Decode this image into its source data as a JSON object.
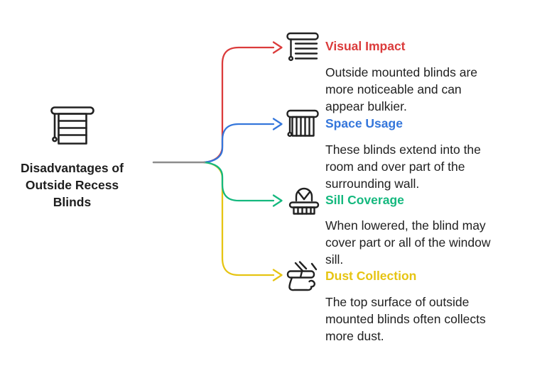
{
  "background": "#FFFFFF",
  "text_color": "#212121",
  "icon_color": "#212121",
  "root": {
    "title": "Disadvantages of\nOutside Recess\nBlinds",
    "icon": "roller-blind-icon"
  },
  "connector": {
    "trunk_color": "#8C8C8C"
  },
  "branches": [
    {
      "label": "Visual Impact",
      "color": "#DB3B3B",
      "icon": "horizontal-blinds-icon",
      "description": "Outside mounted blinds are\nmore noticeable and can\nappear bulkier."
    },
    {
      "label": "Space Usage",
      "color": "#3476DB",
      "icon": "vertical-blinds-icon",
      "description": "These blinds extend into the\nroom and over part of the\nsurrounding wall."
    },
    {
      "label": "Sill Coverage",
      "color": "#14B87E",
      "icon": "arched-window-sill-icon",
      "description": "When lowered, the blind may\ncover part or all of the window\nsill."
    },
    {
      "label": "Dust Collection",
      "color": "#E6C412",
      "icon": "duster-icon",
      "description": "The top surface of outside\nmounted blinds often collects\nmore dust."
    }
  ]
}
